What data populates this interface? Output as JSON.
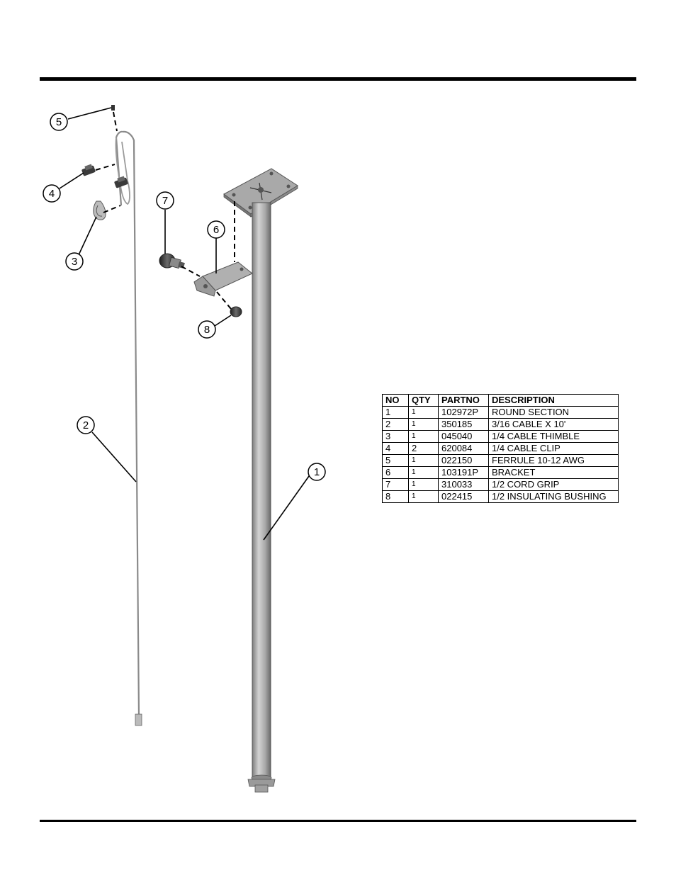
{
  "callouts": [
    "1",
    "2",
    "3",
    "4",
    "5",
    "6",
    "7",
    "8"
  ],
  "parts_table": {
    "headers": [
      "NO",
      "QTY",
      "PARTNO",
      "DESCRIPTION"
    ],
    "rows": [
      {
        "no": "1",
        "qty": "1",
        "partno": "102972P",
        "description": "ROUND SECTION"
      },
      {
        "no": "2",
        "qty": "1",
        "partno": "350185",
        "description": "3/16 CABLE X 10'"
      },
      {
        "no": "3",
        "qty": "1",
        "partno": "045040",
        "description": "1/4 CABLE THIMBLE"
      },
      {
        "no": "4",
        "qty": "2",
        "partno": "620084",
        "description": "1/4 CABLE CLIP"
      },
      {
        "no": "5",
        "qty": "1",
        "partno": "022150",
        "description": "FERRULE 10-12 AWG"
      },
      {
        "no": "6",
        "qty": "1",
        "partno": "103191P",
        "description": "BRACKET"
      },
      {
        "no": "7",
        "qty": "1",
        "partno": "310033",
        "description": "1/2 CORD GRIP"
      },
      {
        "no": "8",
        "qty": "1",
        "partno": "022415",
        "description": "1/2 INSULATING BUSHING"
      }
    ]
  },
  "colors": {
    "rule": "#000000",
    "metal": "#a9a9a9",
    "metal_dark": "#6e6e6e",
    "part_dark": "#2e2e2e"
  }
}
